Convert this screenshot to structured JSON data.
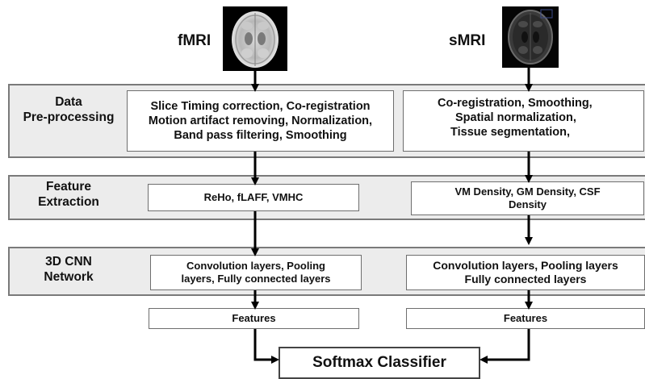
{
  "inputs": {
    "fmri_label": "fMRI",
    "smri_label": "sMRI"
  },
  "stages": {
    "preprocessing": {
      "label_lines": [
        "Data",
        "Pre-processing"
      ],
      "fmri_lines": [
        "Slice Timing correction, Co-registration",
        "Motion artifact removing, Normalization,",
        "Band pass filtering, Smoothing"
      ],
      "smri_lines": [
        "Co-registration, Smoothing,",
        "Spatial normalization,",
        "Tissue segmentation,"
      ]
    },
    "feature_extraction": {
      "label_lines": [
        "Feature",
        "Extraction"
      ],
      "fmri_lines": [
        "ReHo, fLAFF, VMHC"
      ],
      "smri_lines": [
        "VM Density, GM Density, CSF",
        "Density"
      ]
    },
    "cnn": {
      "label_lines": [
        "3D CNN",
        "Network"
      ],
      "fmri_lines": [
        "Convolution layers, Pooling",
        "layers, Fully connected layers"
      ],
      "smri_lines": [
        "Convolution layers, Pooling layers",
        "Fully connected layers"
      ]
    }
  },
  "features": {
    "fmri": "Features",
    "smri": "Features"
  },
  "classifier": "Softmax Classifier"
}
